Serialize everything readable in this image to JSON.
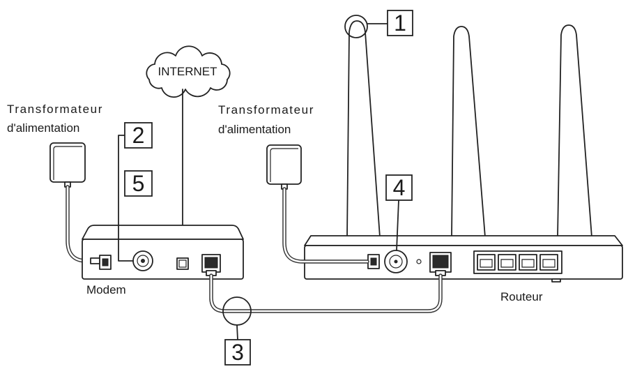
{
  "diagram": {
    "internet_label": "INTERNET",
    "modem_label": "Modem",
    "router_label": "Routeur",
    "adapter_left": {
      "line1": "Transformateur",
      "line2": "d'alimentation"
    },
    "adapter_right": {
      "line1": "Transformateur",
      "line2": "d'alimentation"
    },
    "callouts": [
      "1",
      "2",
      "3",
      "4",
      "5"
    ]
  }
}
